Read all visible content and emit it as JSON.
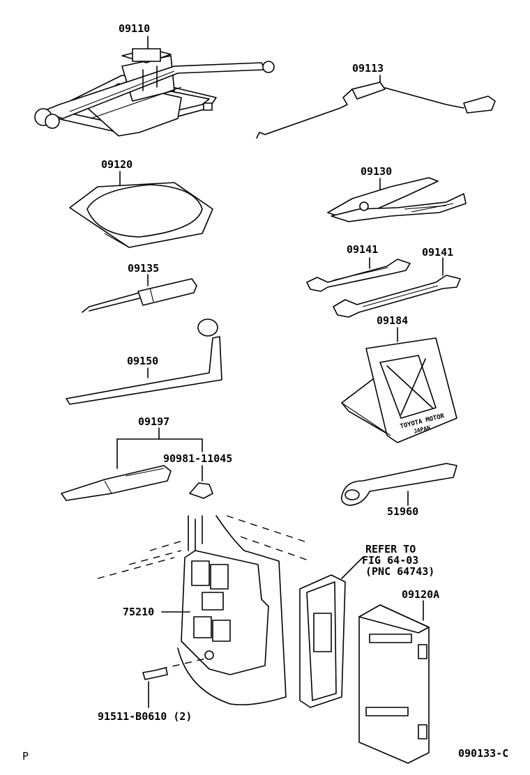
{
  "parts": {
    "jack": "09110",
    "jack_handle": "09113",
    "tool_bag": "09120",
    "pliers": "09130",
    "screwdriver": "09135",
    "wrench_a": "09141",
    "wrench_b": "09141",
    "wheel_nut_wrench": "09150",
    "chock": "09184",
    "tire_gauge_set": "09197",
    "valve_cap": "90981-11045",
    "towing_hook": "51960",
    "holder": "75210",
    "refer_line1": "REFER TO",
    "refer_line2": "FIG 64-03",
    "refer_line3": "(PNC 64743)",
    "tool_case": "09120A",
    "bolt": "91511-B0610 (2)"
  },
  "chock_text": {
    "line1": "TOYOTA MOTOR",
    "line2": "JAPAN"
  },
  "footer": {
    "page_mark": "P",
    "drawing_code": "090133-C"
  }
}
